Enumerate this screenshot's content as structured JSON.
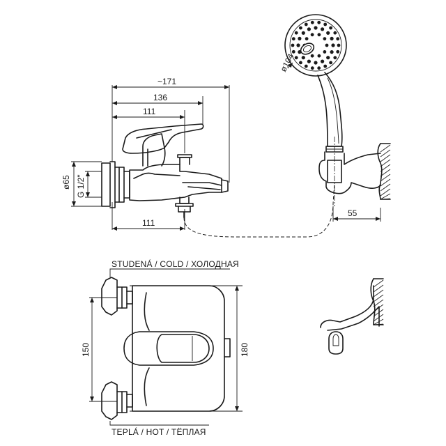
{
  "dimensions": {
    "overall_width": "~171",
    "body_width": "136",
    "handle_width": "111",
    "lower_width": "111",
    "body_diameter": "ø65",
    "thread": "G 1/2\"",
    "shower_head_diameter": "ø104",
    "holder_offset": "55",
    "inlet_spacing": "150",
    "overall_height": "180"
  },
  "labels": {
    "cold": "STUDENÁ / COLD / ХОЛОДНАЯ",
    "hot": "TEPLÁ / HOT / ТЁПЛАЯ"
  }
}
